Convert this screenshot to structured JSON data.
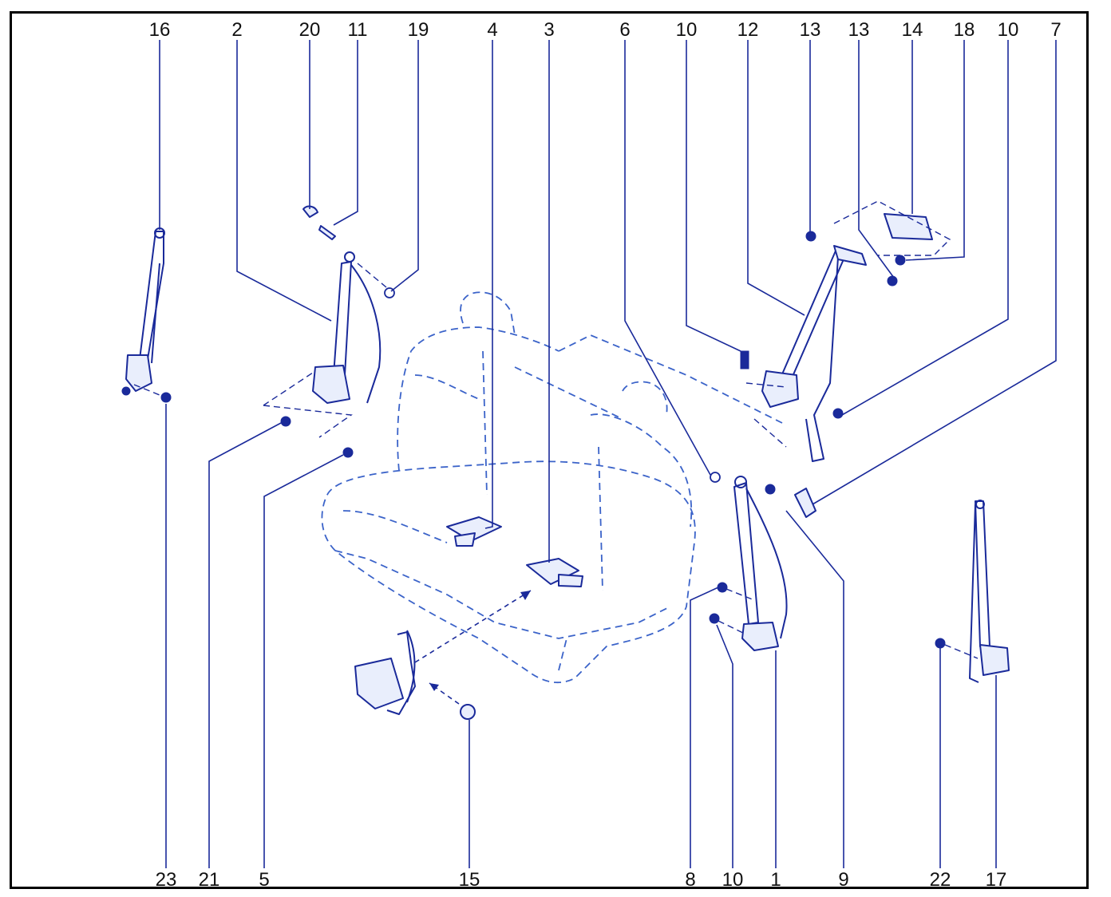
{
  "callouts": {
    "top": [
      "16",
      "2",
      "20",
      "11",
      "19",
      "4",
      "3",
      "6",
      "10",
      "12",
      "13",
      "13",
      "14",
      "18",
      "10",
      "7"
    ],
    "bottom": [
      "23",
      "21",
      "5",
      "15",
      "8",
      "10",
      "1",
      "9",
      "22",
      "17"
    ]
  },
  "colors": {
    "line": "#1a2a9a",
    "seat_outline": "#3b63c9",
    "frame": "#000000"
  }
}
